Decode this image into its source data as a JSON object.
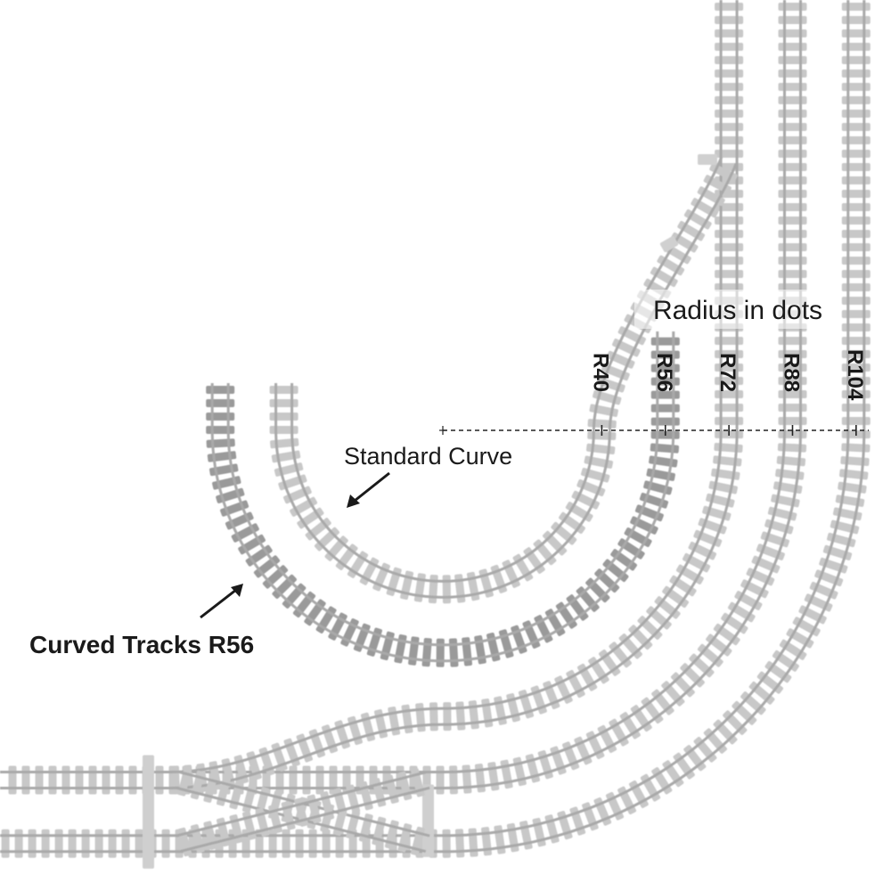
{
  "diagram": {
    "title": "Radius in dots",
    "radius_labels": [
      "R40",
      "R56",
      "R72",
      "R88",
      "R104"
    ],
    "radius_values_dots": [
      40,
      56,
      72,
      88,
      104
    ],
    "annotations": {
      "standard_curve": "Standard Curve",
      "curved_tracks": "Curved Tracks R56"
    },
    "track_colors": {
      "standard": "#c8c8c8",
      "highlight_r56": "#9a9a9a",
      "rail": "#a9a9a9",
      "text": "#1a1a1a"
    },
    "elements": {
      "u_curves": [
        "Standard Curve (R40)",
        "Curved Tracks R56"
      ],
      "quarter_curves": [
        "R40",
        "R56",
        "R72",
        "R88",
        "R104"
      ],
      "switches": [
        "top-right switch",
        "double crossover"
      ]
    }
  }
}
